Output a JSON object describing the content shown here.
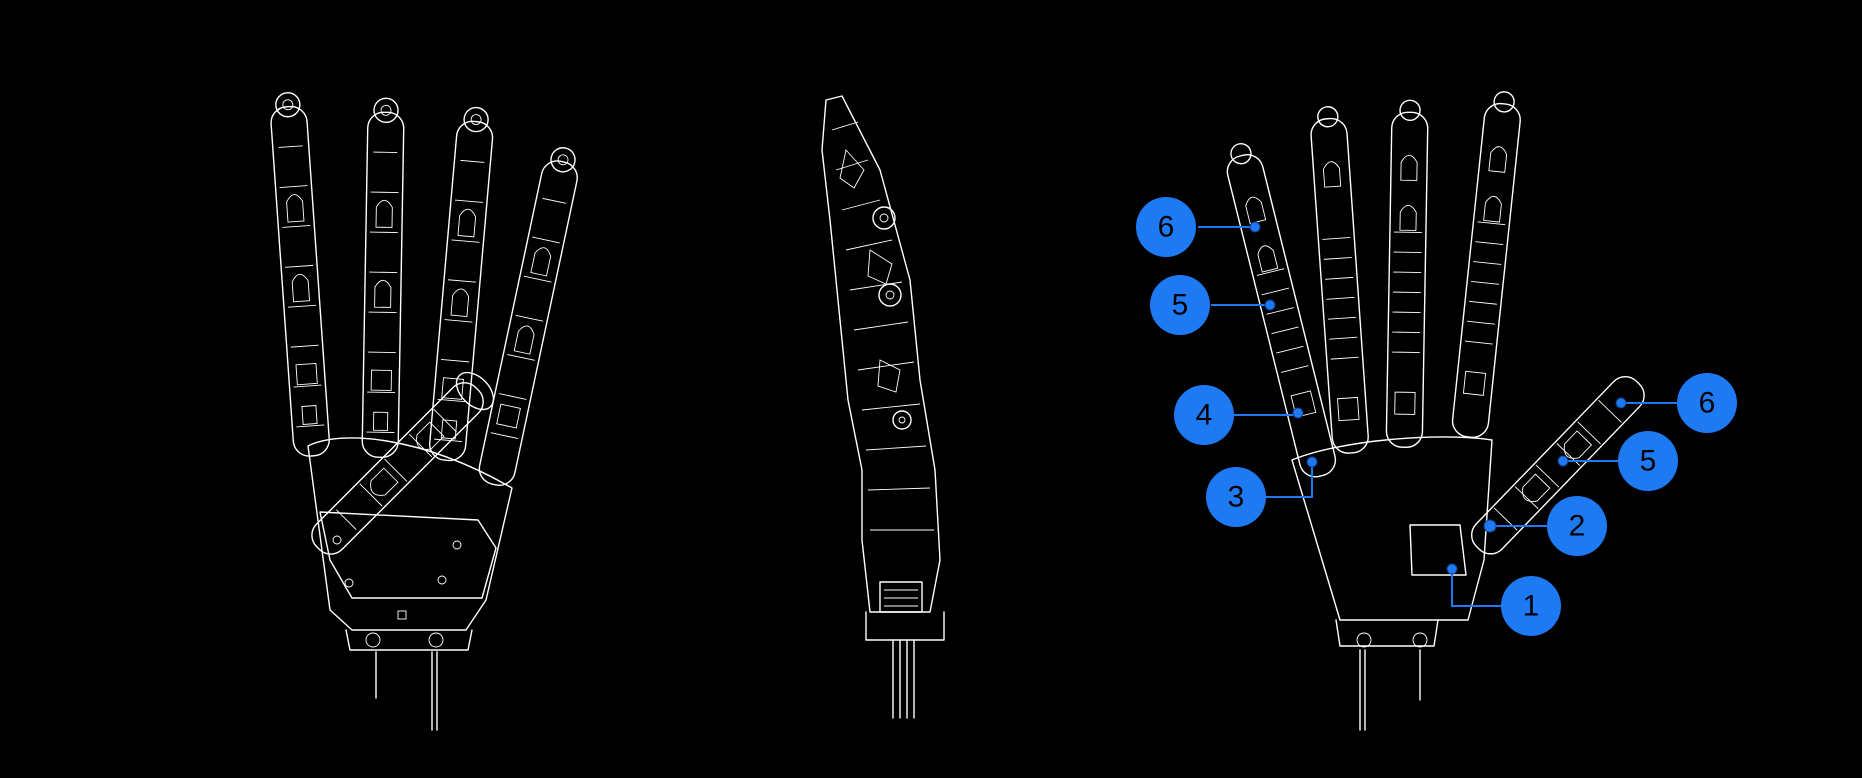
{
  "colors": {
    "background": "#000000",
    "outline": "#ffffff",
    "accent": "#1e7af2"
  },
  "views": [
    {
      "id": "front",
      "icon": "robotic-hand-front-icon"
    },
    {
      "id": "side",
      "icon": "robotic-hand-side-icon"
    },
    {
      "id": "annotated",
      "icon": "robotic-hand-annotated-icon"
    }
  ],
  "callouts": {
    "index_tip": "6",
    "index_middle": "5",
    "index_base_upper": "4",
    "index_base_lower": "3",
    "thumb_tip": "6",
    "thumb_middle": "5",
    "thumb_base": "2",
    "thumb_root": "1"
  }
}
